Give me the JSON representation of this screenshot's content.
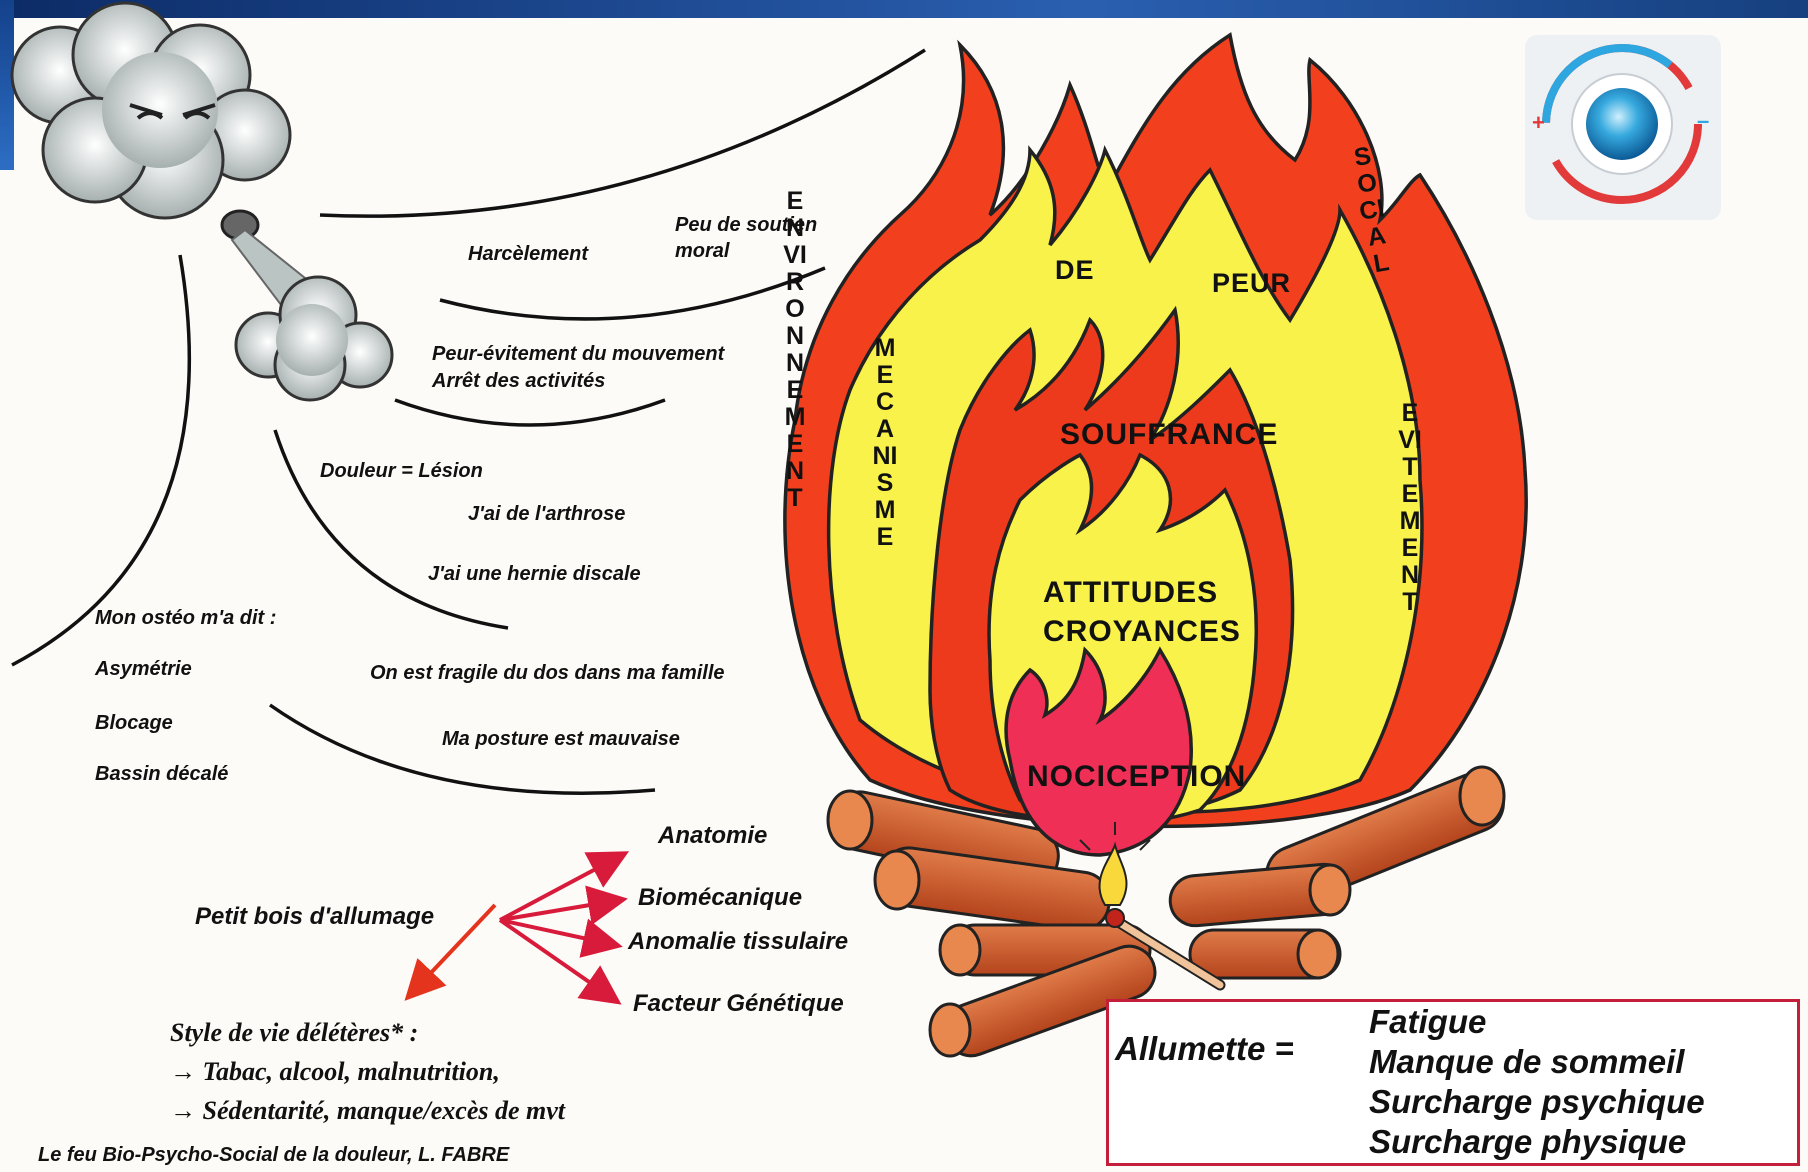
{
  "cloud_statements": {
    "harcelement": "Harcèlement",
    "soutien_1": "Peu de soutien",
    "soutien_2": "moral",
    "peur_evitement": "Peur-évitement du mouvement",
    "arret": "Arrêt des activités",
    "douleur": "Douleur = Lésion",
    "arthrose": "J'ai de l'arthrose",
    "hernie": "J'ai une hernie discale",
    "osteo": "Mon ostéo m'a dit :",
    "asymetrie": "Asymétrie",
    "blocage": "Blocage",
    "bassin": "Bassin décalé",
    "fragile": "On est fragile du dos dans ma famille",
    "posture": "Ma posture est mauvaise"
  },
  "fire_layers": {
    "environnement": "ENVIRONNEMENT",
    "mecanisme": "MECANISME",
    "de": "DE",
    "peur": "PEUR",
    "social": "SOCIAL",
    "evitement": "EVITEMENT",
    "souffrance": "SOUFFRANCE",
    "attitudes": "ATTITUDES",
    "croyances": "CROYANCES",
    "nociception": "NOCICEPTION"
  },
  "kindling": {
    "label": "Petit bois d'allumage",
    "items": [
      "Anatomie",
      "Biomécanique",
      "Anomalie tissulaire",
      "Facteur Génétique"
    ]
  },
  "lifestyle": {
    "title": "Style de vie délétères* :",
    "line1": "→ Tabac, alcool, malnutrition,",
    "line2": "→ Sédentarité, manque/excès de mvt"
  },
  "match_box": {
    "label": "Allumette =",
    "items": [
      "Fatigue",
      "Manque de sommeil",
      "Surcharge psychique",
      "Surcharge physique"
    ]
  },
  "credit": "Le feu Bio-Psycho-Social de la douleur, L. FABRE",
  "logo": {
    "plus": "+",
    "minus": "–"
  },
  "colors": {
    "flame_outer": "#f2401f",
    "flame_yellow": "#f8f24b",
    "flame_inner_red": "#ee3a1c",
    "flame_core": "#ef2f55",
    "wood": "#cf5a2c",
    "arrow": "#d81b3a",
    "box_border": "#c41e3a"
  },
  "icons": [
    "wind-cloud-face-icon",
    "puff-cloud-icon",
    "logo-ring-icon"
  ]
}
